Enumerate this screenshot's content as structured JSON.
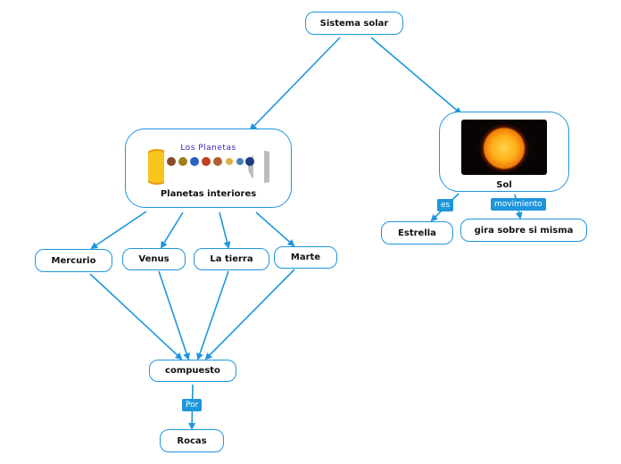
{
  "colors": {
    "accent": "#1e96dc",
    "label_bg": "#1e96dc"
  },
  "nodes": {
    "root": "Sistema solar",
    "interiores": {
      "image_title": "Los Planetas",
      "label": "Planetas interiores"
    },
    "sol": {
      "label": "Sol",
      "image": "sun-photo"
    },
    "estrella": "Estrella",
    "gira": "gira sobre si misma",
    "mercurio": "Mercurio",
    "venus": "Venus",
    "tierra": "La tierra",
    "marte": "Marte",
    "compuesto": "compuesto",
    "rocas": "Rocas"
  },
  "link_labels": {
    "es": "es",
    "movimiento": "movimiento",
    "por": "Por"
  }
}
